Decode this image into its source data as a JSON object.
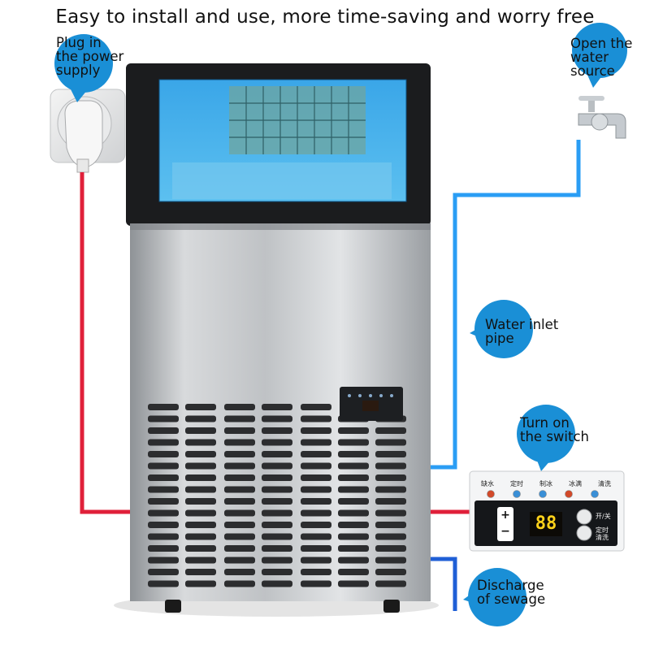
{
  "headline": "Easy to install and use, more time-saving and worry free",
  "callouts": {
    "power": "Plug in\nthe power\nsupply",
    "water_source": "Open the\nwater\nsource",
    "inlet_pipe": "Water inlet\npipe",
    "switch": "Turn on\nthe switch",
    "sewage": "Discharge\nof sewage"
  },
  "control_panel": {
    "indicators": [
      "缺水",
      "定时",
      "制冰",
      "冰满",
      "清洗"
    ],
    "display": "88",
    "plus": "+",
    "minus": "−",
    "power_label": "开/关",
    "timer_label": "定时\n清洗"
  },
  "colors": {
    "power_cable": "#e0203a",
    "water_pipe": "#2a9df4",
    "drain_pipe": "#1f5fd6",
    "bubble": "#1a8fd6",
    "display_digits": "#ffd21a"
  }
}
